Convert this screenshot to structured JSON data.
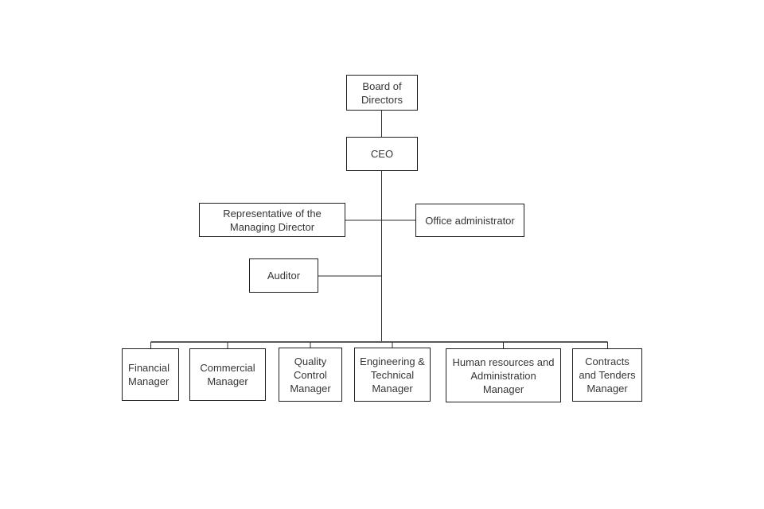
{
  "org_chart": {
    "type": "organizational-chart",
    "background_color": "#ffffff",
    "box_border_color": "#1f1f1f",
    "connector_color": "#2e2e2e",
    "bus_connector_color": "#595959",
    "text_color": "#363636",
    "nodes": {
      "board": {
        "label": "Board of\nDirectors",
        "reports_to": null
      },
      "ceo": {
        "label": "CEO",
        "reports_to": "board"
      },
      "representative": {
        "label": "Representative of the\nManaging Director",
        "reports_to": "ceo"
      },
      "office_admin": {
        "label": "Office administrator",
        "reports_to": "ceo"
      },
      "auditor": {
        "label": "Auditor",
        "reports_to": "ceo"
      },
      "financial": {
        "label": "Financial\nManager",
        "reports_to": "ceo"
      },
      "commercial": {
        "label": "Commercial\nManager",
        "reports_to": "ceo"
      },
      "quality": {
        "label": "Quality\nControl\nManager",
        "reports_to": "ceo"
      },
      "engineering": {
        "label": "Engineering &\nTechnical\nManager",
        "reports_to": "ceo"
      },
      "hr": {
        "label": "Human resources and\nAdministration\nManager",
        "reports_to": "ceo"
      },
      "contracts": {
        "label": "Contracts\nand Tenders\nManager",
        "reports_to": "ceo"
      }
    }
  }
}
